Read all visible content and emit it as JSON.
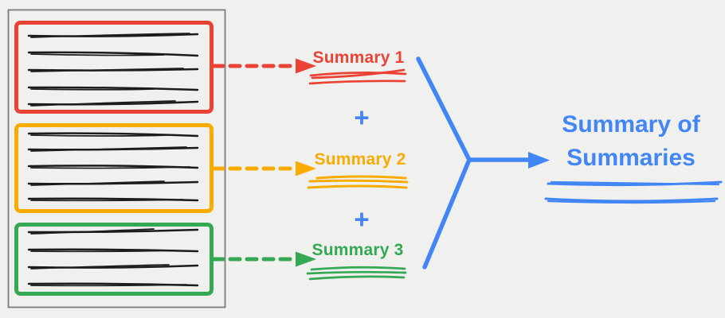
{
  "colors": {
    "background": "#F0F0EF",
    "document_border": "#7B7B7B",
    "ink": "#1C1C1C",
    "red": "#EA4335",
    "orange": "#F9AB00",
    "green": "#34A853",
    "blue": "#4285F4"
  },
  "document": {
    "sections": [
      {
        "name": "section-1",
        "color_name": "red",
        "text_lines": 5
      },
      {
        "name": "section-2",
        "color_name": "orange",
        "text_lines": 5
      },
      {
        "name": "section-3",
        "color_name": "green",
        "text_lines": 4
      }
    ]
  },
  "summaries": [
    {
      "label": "Summary 1",
      "color_name": "red"
    },
    {
      "label": "Summary 2",
      "color_name": "orange"
    },
    {
      "label": "Summary 3",
      "color_name": "green"
    }
  ],
  "operators": {
    "plus": "+"
  },
  "result": {
    "line1": "Summary of",
    "line2": "Summaries",
    "color_name": "blue"
  }
}
